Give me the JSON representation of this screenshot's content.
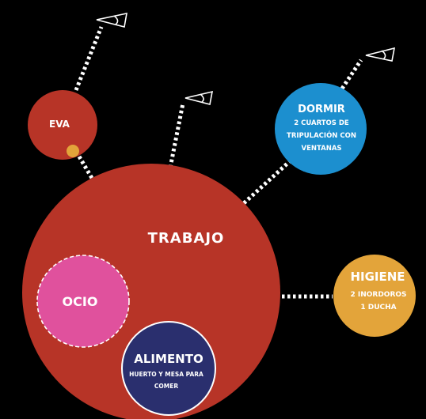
{
  "colors": {
    "background": "#000000",
    "trabajo": "#b73427",
    "eva": "#b73427",
    "eva_dot": "#e3a43a",
    "ocio": "#e0519d",
    "alimento": "#2a2f6e",
    "dormir": "#1c8fcf",
    "higiene": "#e3a43a",
    "connector": "#ffffff"
  },
  "modules": {
    "trabajo": {
      "title": "TRABAJO"
    },
    "eva": {
      "title": "EVA"
    },
    "ocio": {
      "title": "OCIO"
    },
    "alimento": {
      "title": "ALIMENTO",
      "line1": "HUERTO Y MESA PARA",
      "line2": "COMER"
    },
    "dormir": {
      "title": "DORMIR",
      "line1": "2 CUARTOS DE",
      "line2": "TRIPULACIÓN CON",
      "line3": "VENTANAS"
    },
    "higiene": {
      "title": "HIGIENE",
      "line1": "2 INORDOROS",
      "line2": "1 DUCHA"
    }
  },
  "icons": [
    "window-icon",
    "window-icon",
    "window-icon"
  ]
}
